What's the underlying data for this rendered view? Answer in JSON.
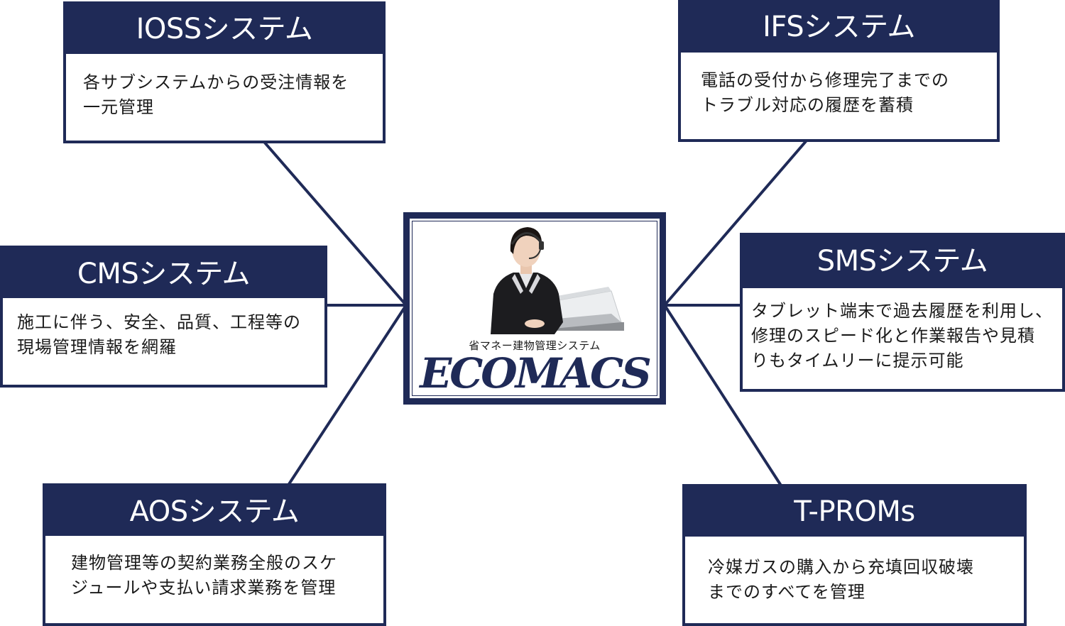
{
  "colors": {
    "navy": "#1f2a57",
    "text": "#1a1a1a",
    "background": "#ffffff"
  },
  "center": {
    "tagline": "省マネー建物管理システム",
    "logo": "ECOMACS",
    "photo": "operator-with-headset-at-laptop"
  },
  "systems": {
    "ioss": {
      "title": "IOSSシステム",
      "description": "各サブシステムからの受注情報を\n一元管理"
    },
    "ifs": {
      "title": "IFSシステム",
      "description": "電話の受付から修理完了までの\nトラブル対応の履歴を蓄積"
    },
    "cms": {
      "title": "CMSシステム",
      "description": "施工に伴う、安全、品質、工程等の\n現場管理情報を網羅"
    },
    "sms": {
      "title": "SMSシステム",
      "description": "タブレット端末で過去履歴を利用し、\n修理のスピード化と作業報告や見積\nりもタイムリーに提示可能"
    },
    "aos": {
      "title": "AOSシステム",
      "description": "建物管理等の契約業務全般のスケ\nジュールや支払い請求業務を管理"
    },
    "tproms": {
      "title": "T-PROMs",
      "description": "冷媒ガスの購入から充填回収破壊\nまでのすべてを管理"
    }
  }
}
